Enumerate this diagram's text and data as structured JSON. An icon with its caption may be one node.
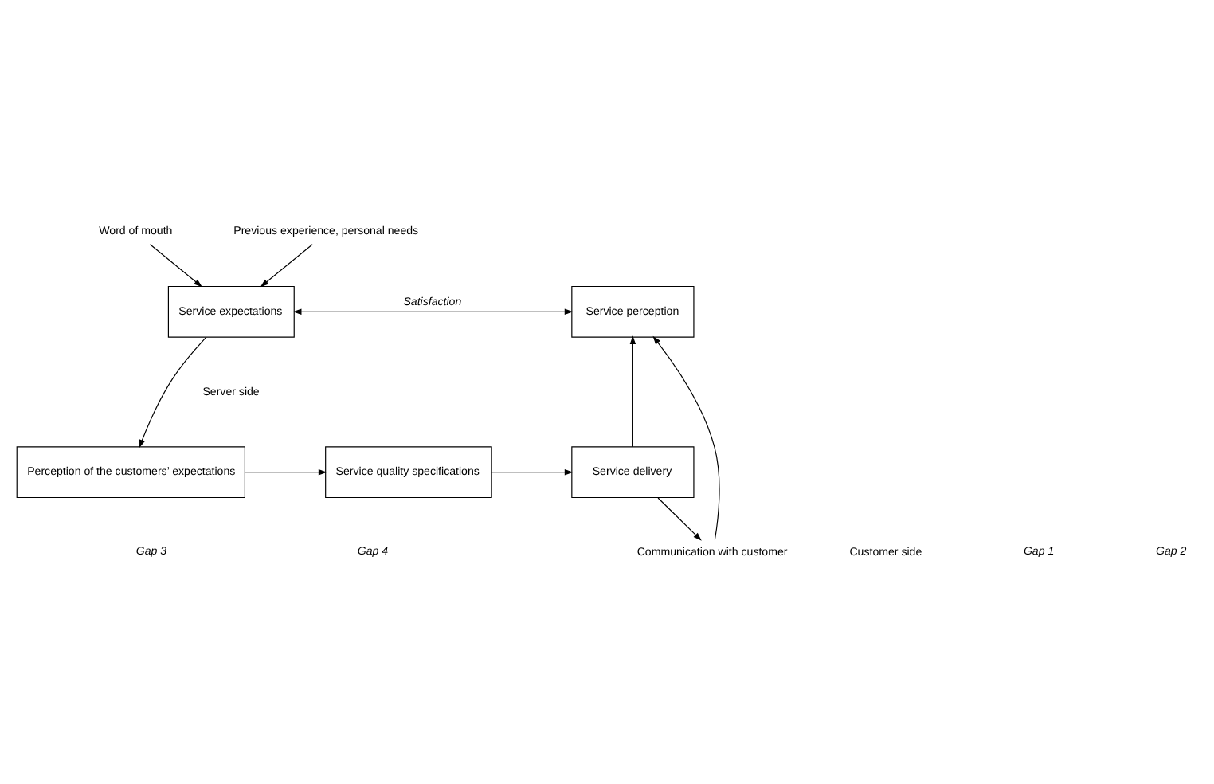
{
  "diagram": {
    "nodes": [
      {
        "text": [
          "Word of mouth"
        ]
      },
      {
        "text": [
          "Previous experience, personal needs"
        ]
      },
      {
        "text": [
          "Service expectations"
        ]
      },
      {
        "text": [
          "Service perception"
        ]
      },
      {
        "text": [
          "Perception of the customers’ expectations"
        ]
      },
      {
        "text": [
          "Service quality specifications"
        ]
      },
      {
        "text": [
          "Service delivery"
        ]
      },
      {
        "text": [
          "Communication with customer"
        ]
      }
    ],
    "edges": [
      {
        "from": 0,
        "to": 2,
        "arrow": "to"
      },
      {
        "from": 1,
        "to": 2,
        "arrow": "to"
      },
      {
        "from": 2,
        "to": 3,
        "arrow": "both",
        "label": "Satisfaction"
      },
      {
        "from": 2,
        "to": 4,
        "arrow": "to"
      },
      {
        "from": 4,
        "to": 5,
        "arrow": "to"
      },
      {
        "from": 5,
        "to": 6,
        "arrow": "to"
      },
      {
        "from": 6,
        "to": 3,
        "arrow": "to"
      },
      {
        "from": 6,
        "to": 7,
        "arrow": "to"
      },
      {
        "from": 7,
        "to": 3,
        "arrow": "to"
      }
    ],
    "labels": [
      "Customer side",
      "Gap 1",
      "Gap 2",
      "Server side",
      "Gap 3",
      "Gap 4"
    ]
  }
}
